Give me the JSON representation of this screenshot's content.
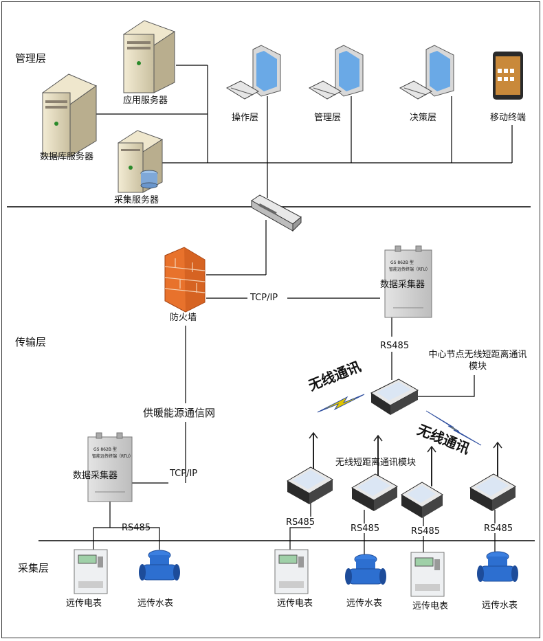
{
  "layers": {
    "management": "管理层",
    "transport": "传输层",
    "collection": "采集层"
  },
  "nodes": {
    "app_server": "应用服务器",
    "db_server": "数据库服务器",
    "collect_server": "采集服务器",
    "operation": "操作层",
    "management_ws": "管理层",
    "decision": "决策层",
    "mobile": "移动终端",
    "firewall": "防火墙",
    "collector_right": "数据采集器",
    "collector_left": "数据采集器",
    "center_module": "中心节点无线短距离通讯模块",
    "short_module": "无线短距离通讯模块",
    "meters": [
      "远传电表",
      "远传水表",
      "远传电表",
      "远传水表",
      "远传电表",
      "远传水表"
    ]
  },
  "links": {
    "tcpip_top": "TCP/IP",
    "tcpip_bottom": "TCP/IP",
    "heating_net": "供暖能源通信网",
    "rs485": [
      "RS485",
      "RS485",
      "RS485",
      "RS485",
      "RS485",
      "RS485"
    ],
    "wireless": [
      "无线通讯",
      "无线通讯"
    ]
  },
  "device_text": {
    "collector_model": "GS 862B 型",
    "collector_sub": "智能远传终端（RTU）"
  },
  "colors": {
    "firewall": "#e8722c",
    "computer_screen": "#6aa9e6",
    "water_meter": "#2d6fd0",
    "lightning": "#e0c400"
  }
}
